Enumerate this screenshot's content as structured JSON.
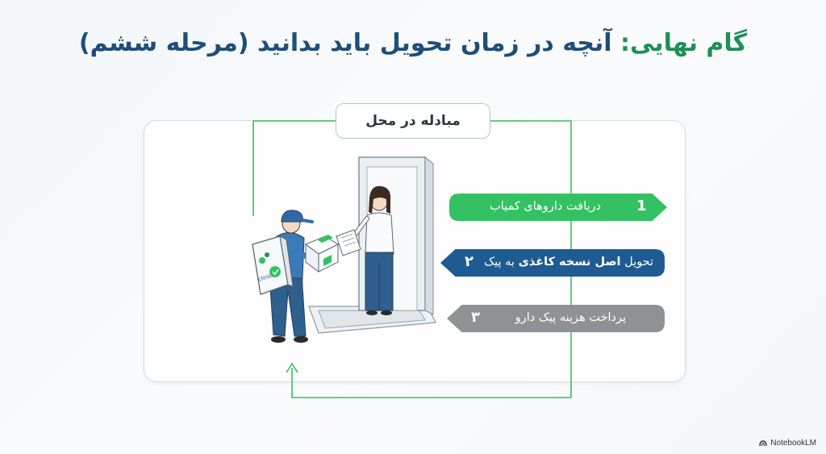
{
  "slide": {
    "title_green": "گام نهایی:",
    "title_blue": "آنچه در زمان تحویل باید بدانید (مرحله ششم)",
    "box_label": "مبادله در محل"
  },
  "steps": [
    {
      "num": "1",
      "text": "دریافت داروهای کمیاب",
      "color": "#34c163",
      "text_color": "#ffffff"
    },
    {
      "num": "۲",
      "text_plain": "تحویل ",
      "text_bold": "اصل نسخه کاغذی",
      "text_after": " به پیک",
      "color": "#1f5b93",
      "text_color": "#ffffff"
    },
    {
      "num": "۳",
      "text": "پرداخت هزینه پیک دارو",
      "color": "#8f9194",
      "text_color": "#ffffff"
    }
  ],
  "illustration": {
    "backpack_text": "clinic"
  },
  "brand": {
    "name": "NotebookLM"
  },
  "colors": {
    "green": "#34c163",
    "blue": "#1f5b93",
    "gray": "#8f9194"
  }
}
